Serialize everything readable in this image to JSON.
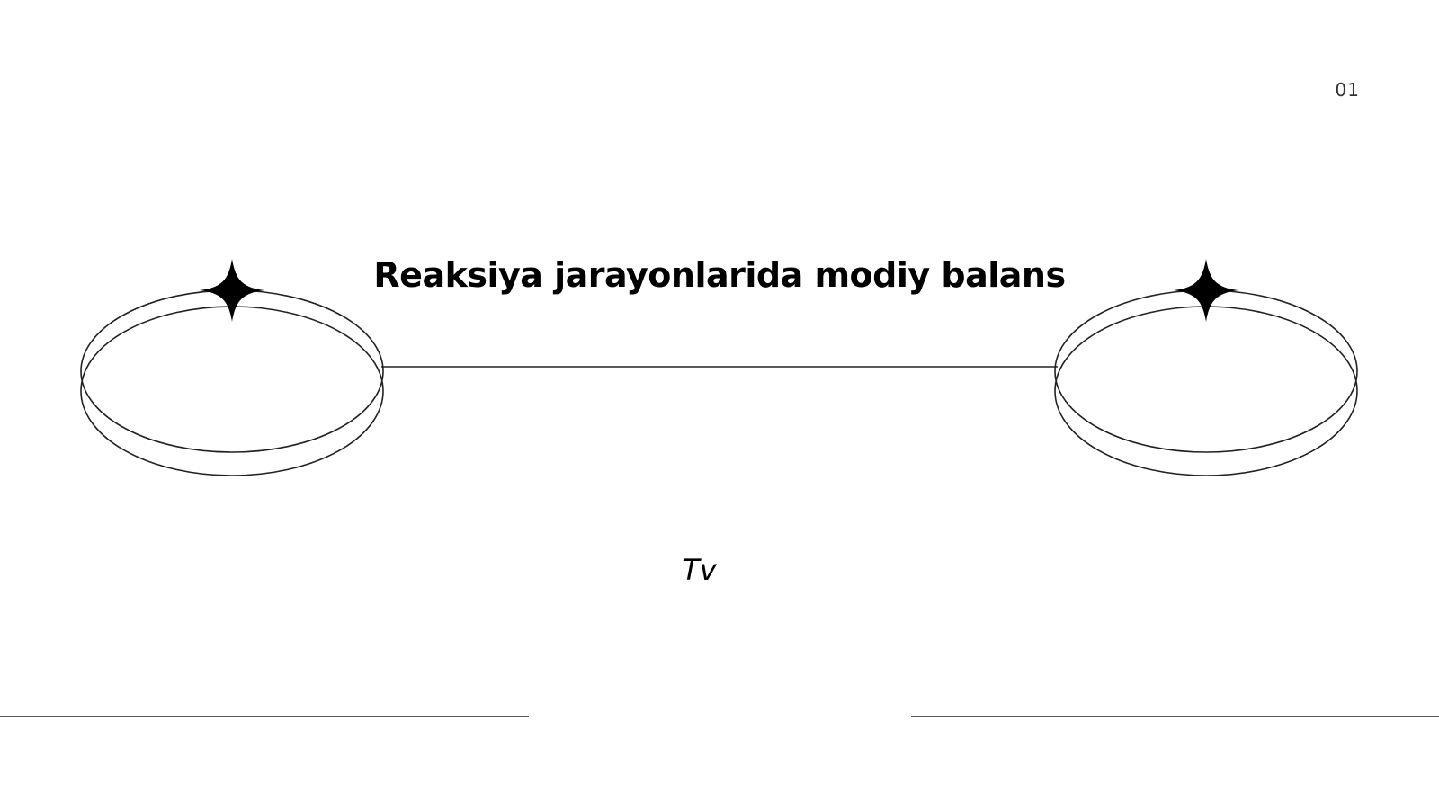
{
  "slide": {
    "page_number": "01",
    "title": "Reaksiya jarayonlarida modiy balans",
    "subtitle": "Tv"
  },
  "decorations": {
    "left_star": "four-point-star-icon",
    "right_star": "four-point-star-icon",
    "left_ring": "ellipse-ring",
    "right_ring": "ellipse-ring"
  },
  "colors": {
    "background": "#ffffff",
    "ink": "#000000",
    "line": "#222222"
  }
}
